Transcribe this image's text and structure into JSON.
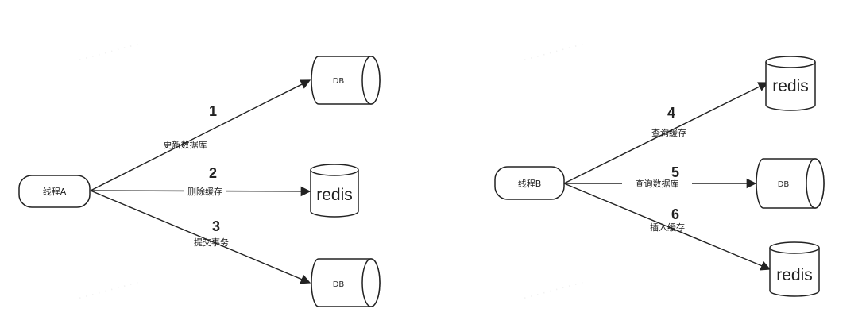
{
  "colors": {
    "stroke": "#222222",
    "background": "#ffffff"
  },
  "left": {
    "thread": "线程A",
    "nodes": {
      "db_top": "DB",
      "redis": "redis",
      "db_bottom": "DB"
    },
    "steps": [
      {
        "num": "1",
        "label": "更新数据库"
      },
      {
        "num": "2",
        "label": "删除缓存"
      },
      {
        "num": "3",
        "label": "提交事务"
      }
    ]
  },
  "right": {
    "thread": "线程B",
    "nodes": {
      "redis_top": "redis",
      "db": "DB",
      "redis_bottom": "redis"
    },
    "steps": [
      {
        "num": "4",
        "label": "查询缓存"
      },
      {
        "num": "5",
        "label": "查询数据库"
      },
      {
        "num": "6",
        "label": "插入缓存"
      }
    ]
  }
}
